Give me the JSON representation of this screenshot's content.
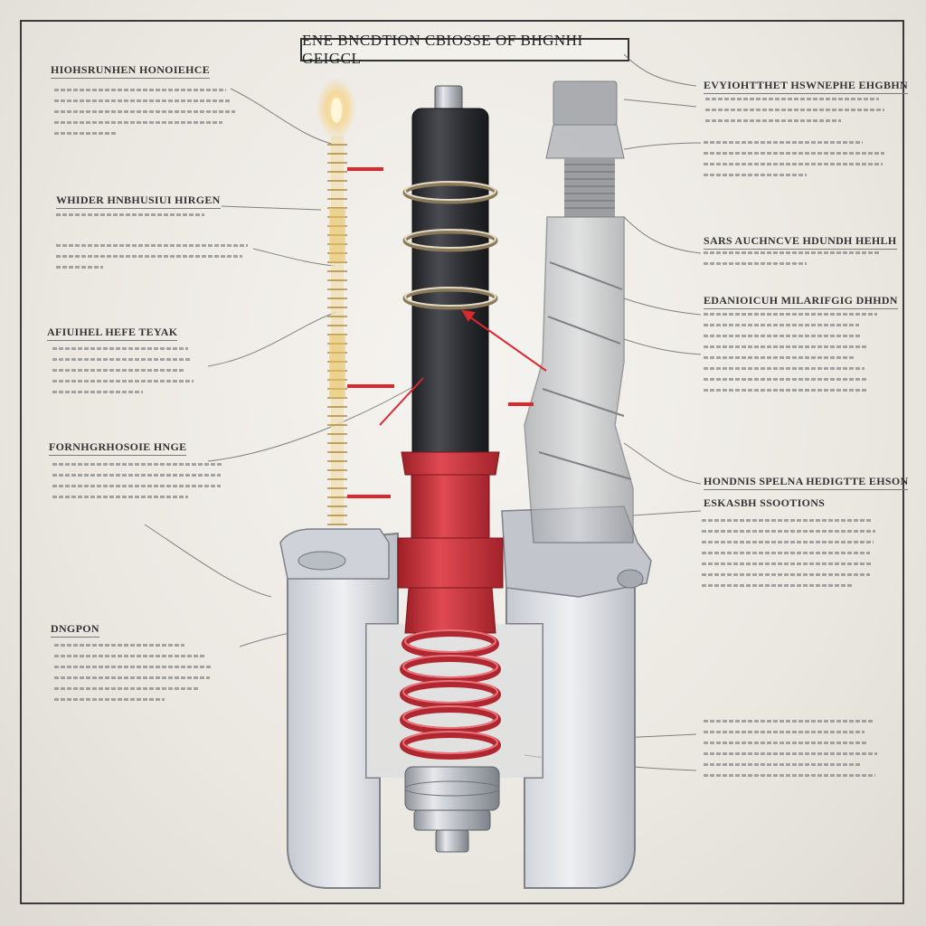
{
  "title": "ENE BNCDTION CBIOSSE OF BHGNHI GEIGCL",
  "left_headings": [
    "HIOHSRUNHEN HONOIEHCE",
    "WHIDER HNBHUSIUI HIRGEN",
    "AFIUIHEL HEFE TEYAK",
    "FORNHGRHOSOIE HNGE",
    "DNGPON"
  ],
  "right_headings": [
    "EVYIOHTTHET HSWNEPHE EHGBHN",
    "SARS AUCHNCVE HDUNDH HEHLH",
    "EDANIOICUH MILARIFGIG DHHDN",
    "HONDNIS SPELNA HEDIGTTE EHSON",
    "ESKASBH SSOOTIONS"
  ],
  "colors": {
    "frame": "#3a3a3a",
    "insulator_dark": "#2e2f33",
    "boot_red": "#c8343c",
    "metal_gray": "#a9adb4",
    "spark": "#f7d27a",
    "marker_red": "#d9282f"
  }
}
